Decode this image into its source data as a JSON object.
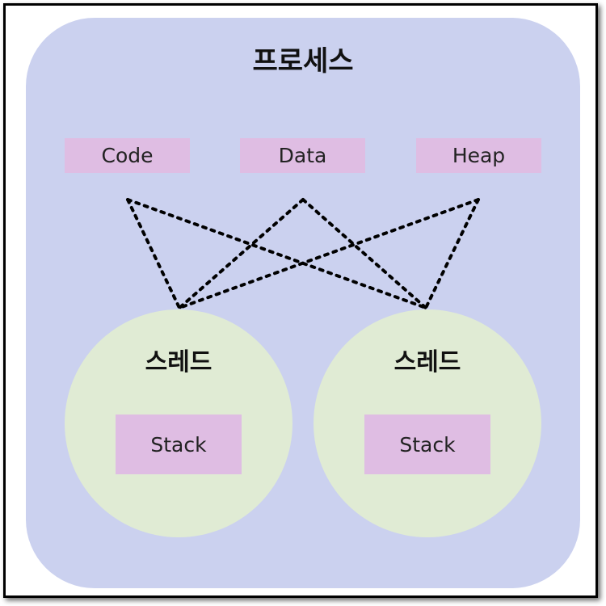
{
  "process": {
    "title": "프로세스",
    "segments": [
      "Code",
      "Data",
      "Heap"
    ]
  },
  "threads": [
    {
      "label": "스레드",
      "stack": "Stack"
    },
    {
      "label": "스레드",
      "stack": "Stack"
    }
  ],
  "colors": {
    "process_bg": "#cbd1ef",
    "segment_bg": "#dfbde3",
    "thread_bg": "#e0ebd4"
  }
}
